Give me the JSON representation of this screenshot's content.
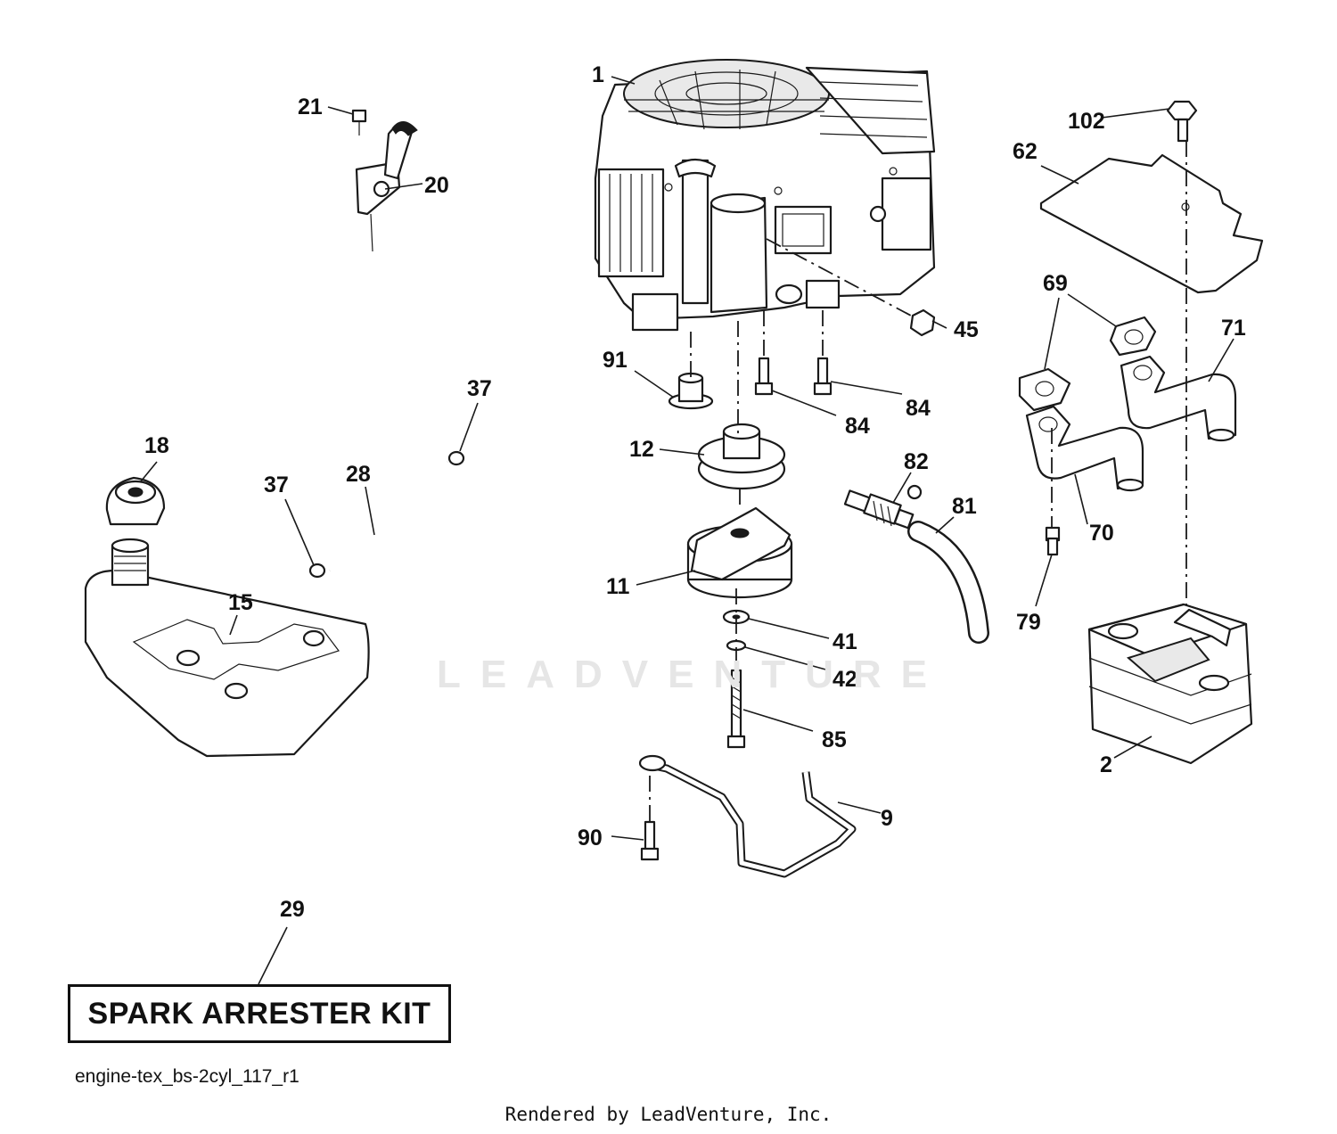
{
  "diagram": {
    "callouts": {
      "c1": "1",
      "c2": "2",
      "c9": "9",
      "c11": "11",
      "c12": "12",
      "c15": "15",
      "c18": "18",
      "c20": "20",
      "c21": "21",
      "c28": "28",
      "c29": "29",
      "c37a": "37",
      "c37b": "37",
      "c41": "41",
      "c42": "42",
      "c45": "45",
      "c62": "62",
      "c69": "69",
      "c70": "70",
      "c71": "71",
      "c79": "79",
      "c81": "81",
      "c82": "82",
      "c84a": "84",
      "c84b": "84",
      "c85": "85",
      "c90": "90",
      "c91": "91",
      "c102": "102"
    },
    "kit_label": "SPARK ARRESTER KIT",
    "diagram_id": "engine-tex_bs-2cyl_117_r1",
    "footer": "Rendered by LeadVenture, Inc.",
    "watermark": "LEADVENTURE"
  }
}
